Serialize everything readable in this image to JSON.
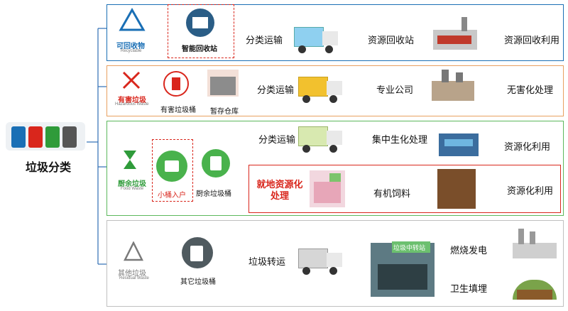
{
  "root": {
    "label": "垃圾分类"
  },
  "bins_icon": "four-colored-waste-bins",
  "colors": {
    "recyclable": "#1a6fb5",
    "hazardous": "#d9261c",
    "food": "#2f9b3a",
    "residual": "#7a7a7a",
    "arrow": "#2e6db5",
    "highlight": "#d9261c"
  },
  "recyclable": {
    "title": "可回收物",
    "title_en": "Recyclable",
    "station": "智能回收站",
    "step1": "分类运输",
    "step2": "资源回收站",
    "result": "资源回收利用"
  },
  "hazardous": {
    "title": "有害垃圾",
    "title_en": "Hazardous Waste",
    "bin": "有害垃圾桶",
    "storage": "暂存仓库",
    "step1": "分类运输",
    "step2": "专业公司",
    "result": "无害化处理"
  },
  "food": {
    "title": "厨余垃圾",
    "title_en": "Food Waste",
    "small_bin": "小桶入户",
    "bin": "厨余垃圾桶",
    "branch1": {
      "step1": "分类运输",
      "step2": "集中生化处理",
      "result": "资源化利用"
    },
    "branch2": {
      "step1": "就地资源化处理",
      "step2": "有机饲料",
      "result": "资源化利用"
    }
  },
  "residual": {
    "title": "其他垃圾",
    "title_en": "Residual Waste",
    "bin": "其它垃圾桶",
    "step1": "垃圾转运",
    "station_sign": "垃圾中转站",
    "out1": "燃烧发电",
    "out2": "卫生填埋"
  }
}
